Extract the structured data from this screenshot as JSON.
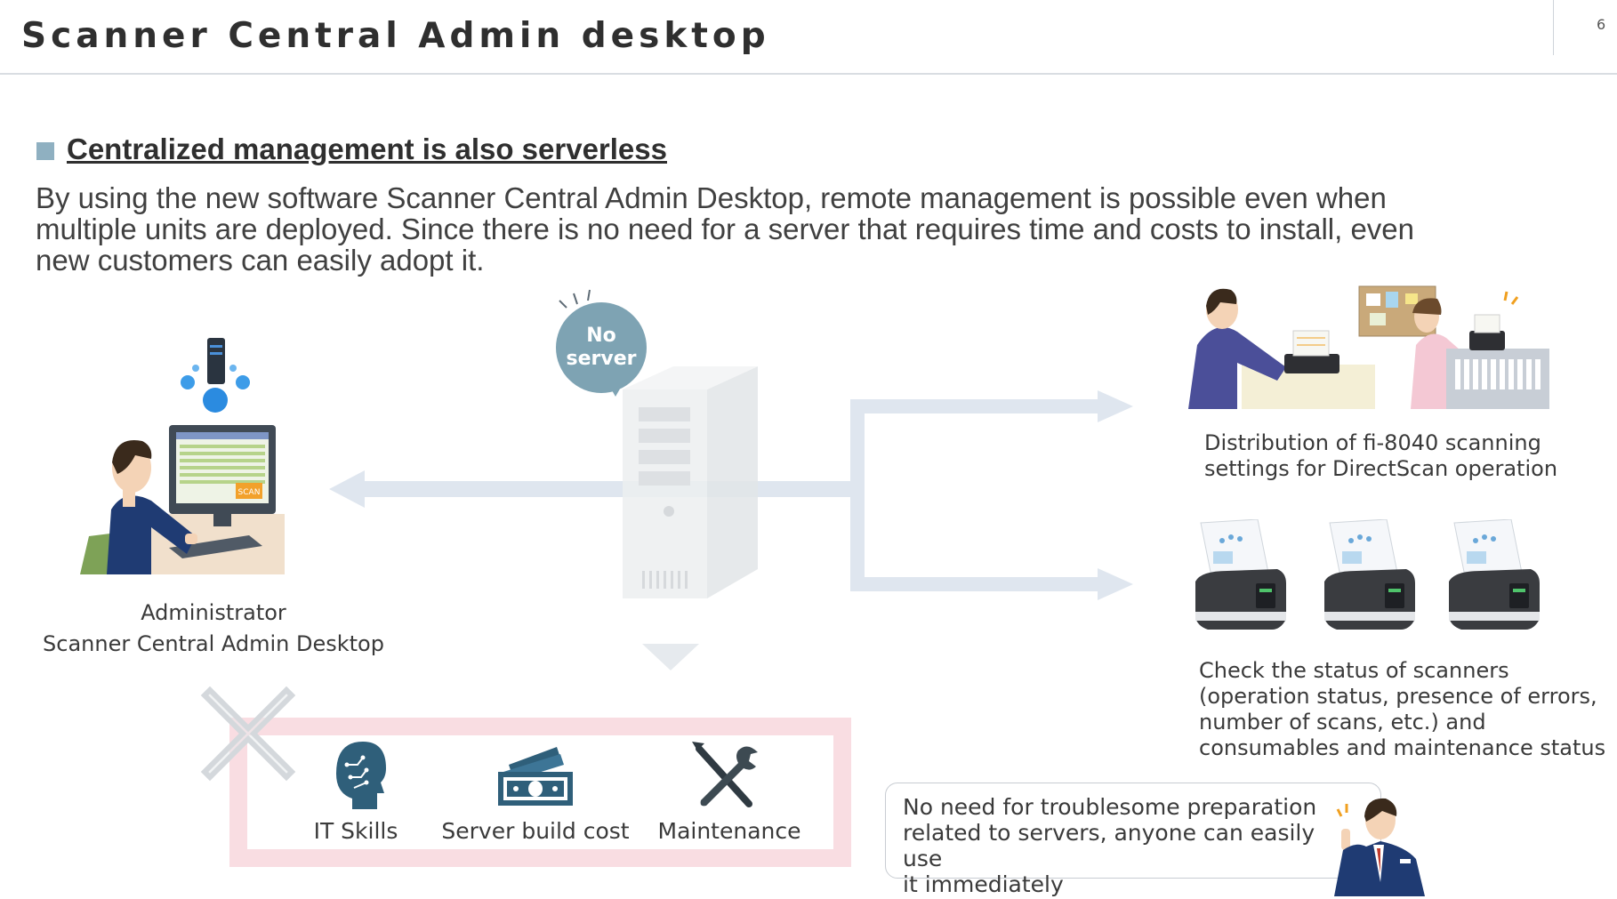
{
  "header": {
    "title": "Scanner Central Admin desktop",
    "page_number": "6"
  },
  "section": {
    "heading": "Centralized management is also serverless",
    "intro_lines": [
      "By using the new software Scanner Central Admin Desktop, remote management is possible even when",
      "multiple units are deployed. Since there is no need for a server that requires time and costs to install, even",
      "new customers can easily adopt it."
    ]
  },
  "bubble": {
    "line1": "No",
    "line2": "server"
  },
  "admin": {
    "line1": "Administrator",
    "line2": "Scanner Central Admin Desktop"
  },
  "distribution": {
    "line1": "Distribution of fi-8040 scanning",
    "line2": "settings for DirectScan operation"
  },
  "status": {
    "lines": [
      "Check the status of scanners",
      "(operation status, presence of errors,",
      "number of scans, etc.) and",
      "consumables and maintenance status"
    ]
  },
  "not_needed": {
    "items": [
      {
        "label": "IT Skills",
        "icon": "head-circuit-icon"
      },
      {
        "label": "Server build cost",
        "icon": "money-icon"
      },
      {
        "label": "Maintenance",
        "icon": "wrench-screwdriver-icon"
      }
    ]
  },
  "screen_badge": "SCAN",
  "speech": {
    "lines": [
      "No need for troublesome preparation",
      "related to servers, anyone can easily use",
      "it immediately"
    ]
  },
  "colors": {
    "accent_square": "#8fb0c1",
    "bubble": "#7ea3b3",
    "arrow": "#dfe6ef",
    "pink_box": "#f9dde2"
  }
}
